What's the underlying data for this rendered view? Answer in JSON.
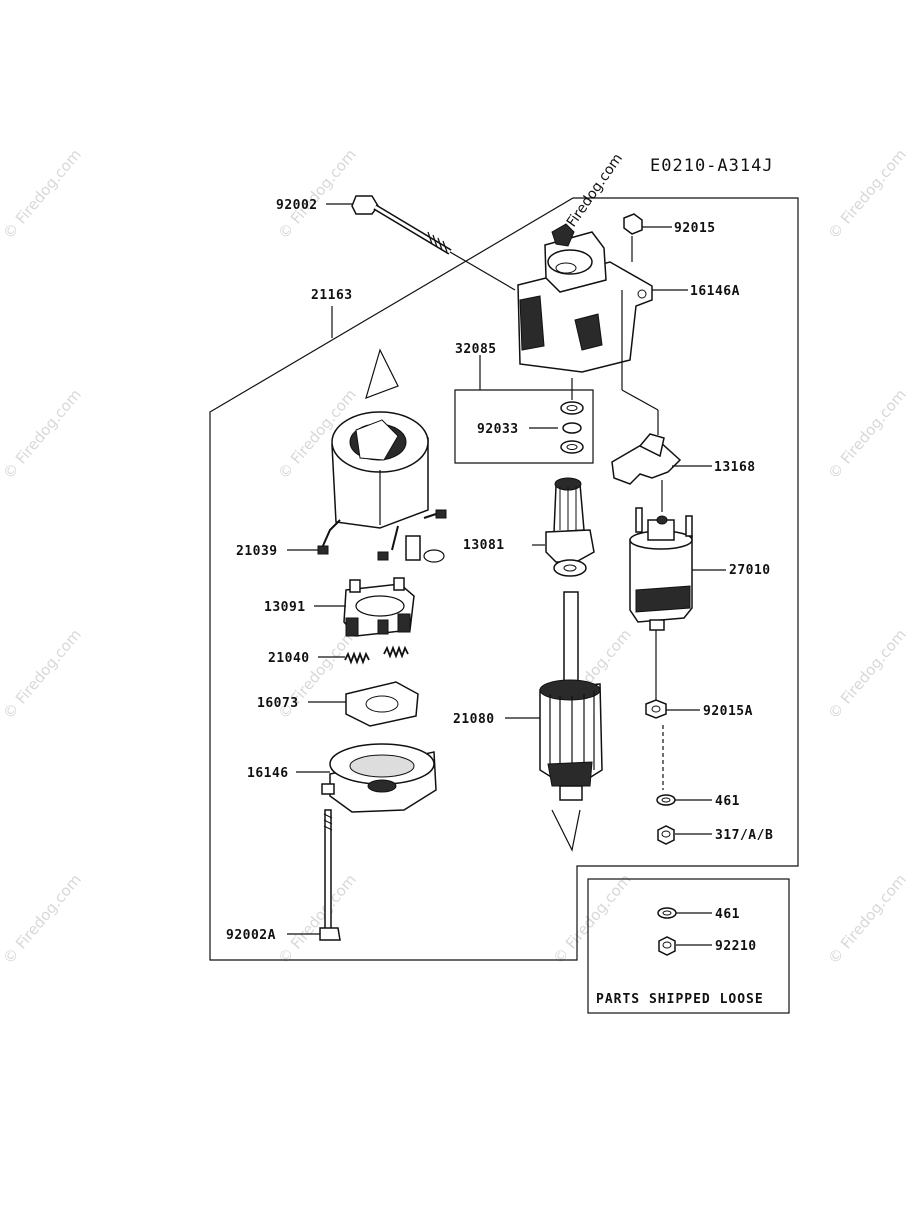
{
  "diagram": {
    "title": "E0210-A314J",
    "watermark": "© Firedog.com",
    "loose_box_caption": "PARTS SHIPPED LOOSE",
    "parts": {
      "p92002": "92002",
      "p21163": "21163",
      "p92015": "92015",
      "p16146A": "16146A",
      "p32085": "32085",
      "p92033": "92033",
      "p13168": "13168",
      "p21039": "21039",
      "p13081": "13081",
      "p27010": "27010",
      "p13091": "13091",
      "p21040": "21040",
      "p16073": "16073",
      "p21080": "21080",
      "p92015A": "92015A",
      "p16146": "16146",
      "p461": "461",
      "p317AB": "317/A/B",
      "p92002A": "92002A",
      "p461_loose": "461",
      "p92210_loose": "92210"
    }
  }
}
